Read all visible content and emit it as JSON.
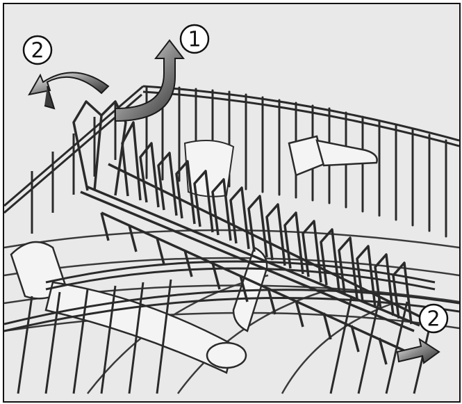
{
  "diagram": {
    "callouts": {
      "step1": "1",
      "step2_left": "2",
      "step2_right": "2"
    },
    "colors": {
      "background": "#e9e9e9",
      "wire": "#2a2a2a",
      "wire_light": "#6a6a6a",
      "arrow_fill": "#3c3c3c",
      "arrow_highlight": "#ffffff",
      "plastic": "#f4f4f4",
      "frame": "#111111"
    }
  }
}
